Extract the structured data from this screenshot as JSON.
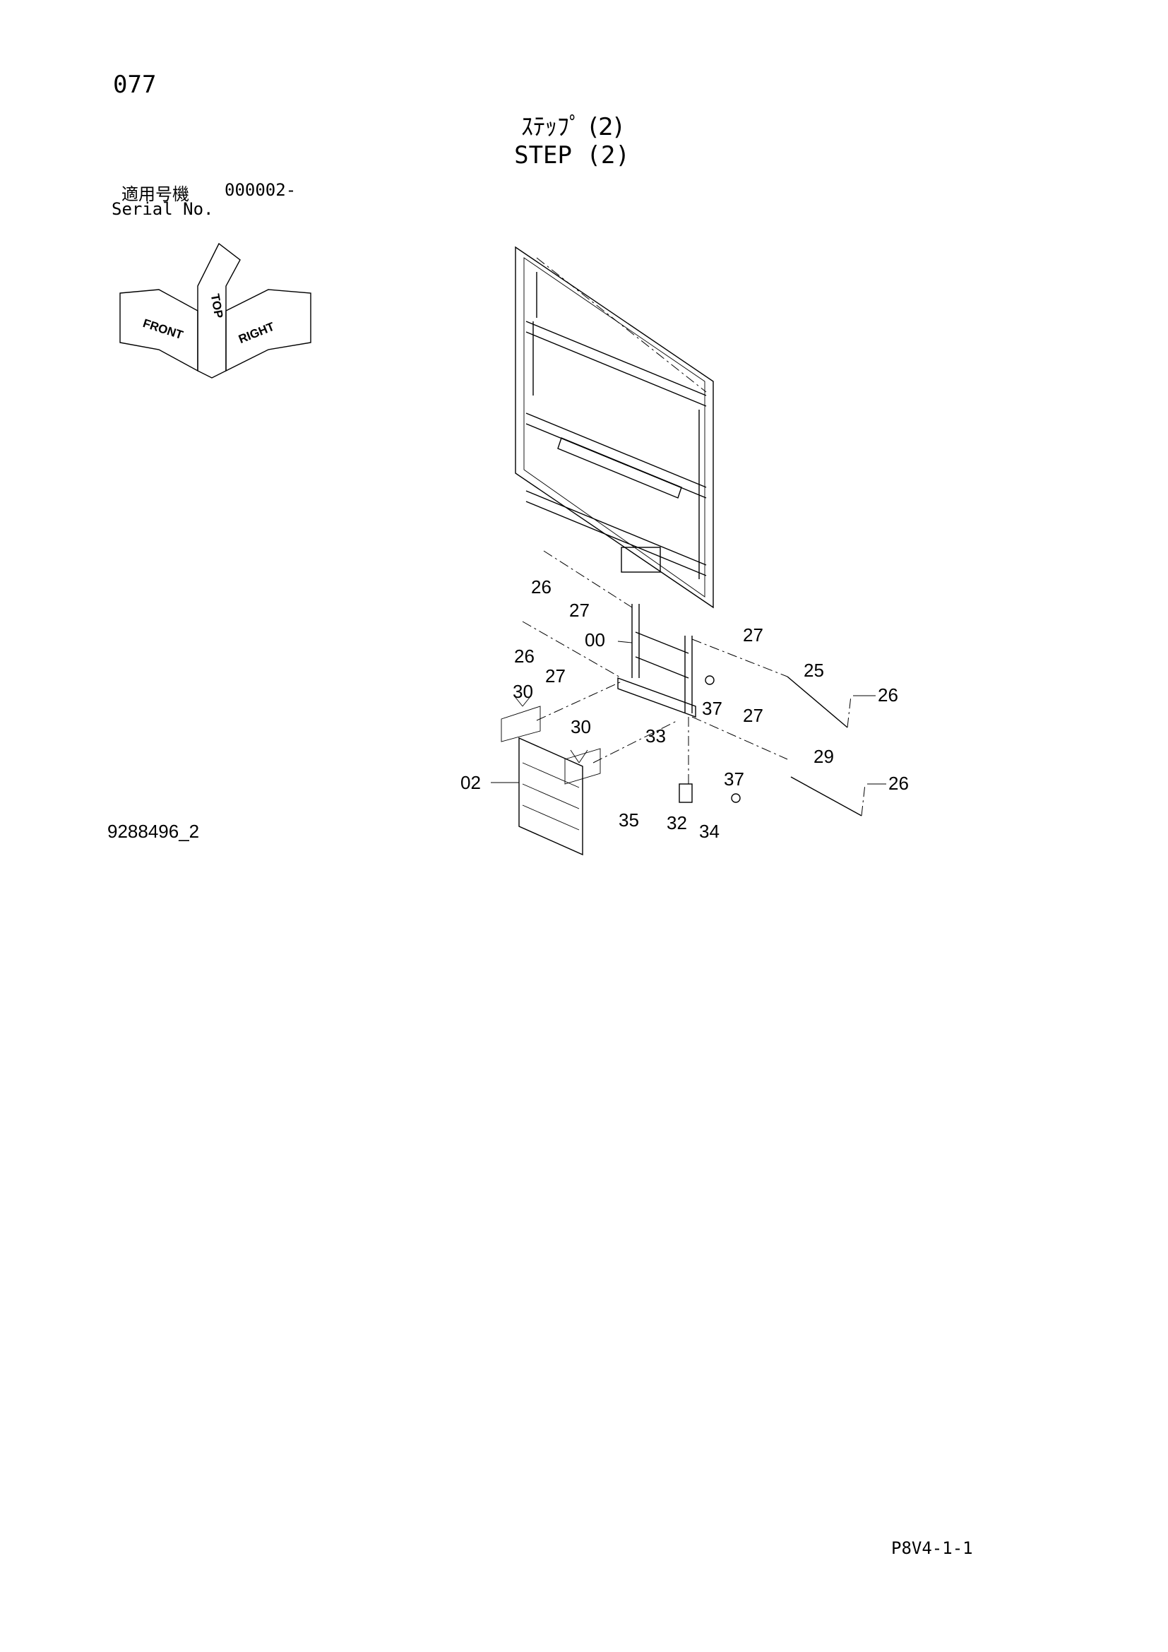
{
  "header": {
    "page_no": "077",
    "title_jp": "ｽﾃｯﾌﾟ (2)",
    "title_en": "STEP (2)",
    "serial_jp": "適用号機",
    "serial_value": "000002-",
    "serial_en": "Serial No."
  },
  "orientation": {
    "top": "TOP",
    "front": "FRONT",
    "right": "RIGHT"
  },
  "callouts": {
    "c26a": "26",
    "c27a": "27",
    "c26b": "26",
    "c27b": "27",
    "c00": "00",
    "c27c": "27",
    "c25": "25",
    "c26c": "26",
    "c37a": "37",
    "c30a": "30",
    "c30b": "30",
    "c33": "33",
    "c27d": "27",
    "c29": "29",
    "c02": "02",
    "c37b": "37",
    "c26d": "26",
    "c35": "35",
    "c32": "32",
    "c34": "34"
  },
  "footer": {
    "ref_code": "9288496_2",
    "page_code": "P8V4-1-1"
  }
}
